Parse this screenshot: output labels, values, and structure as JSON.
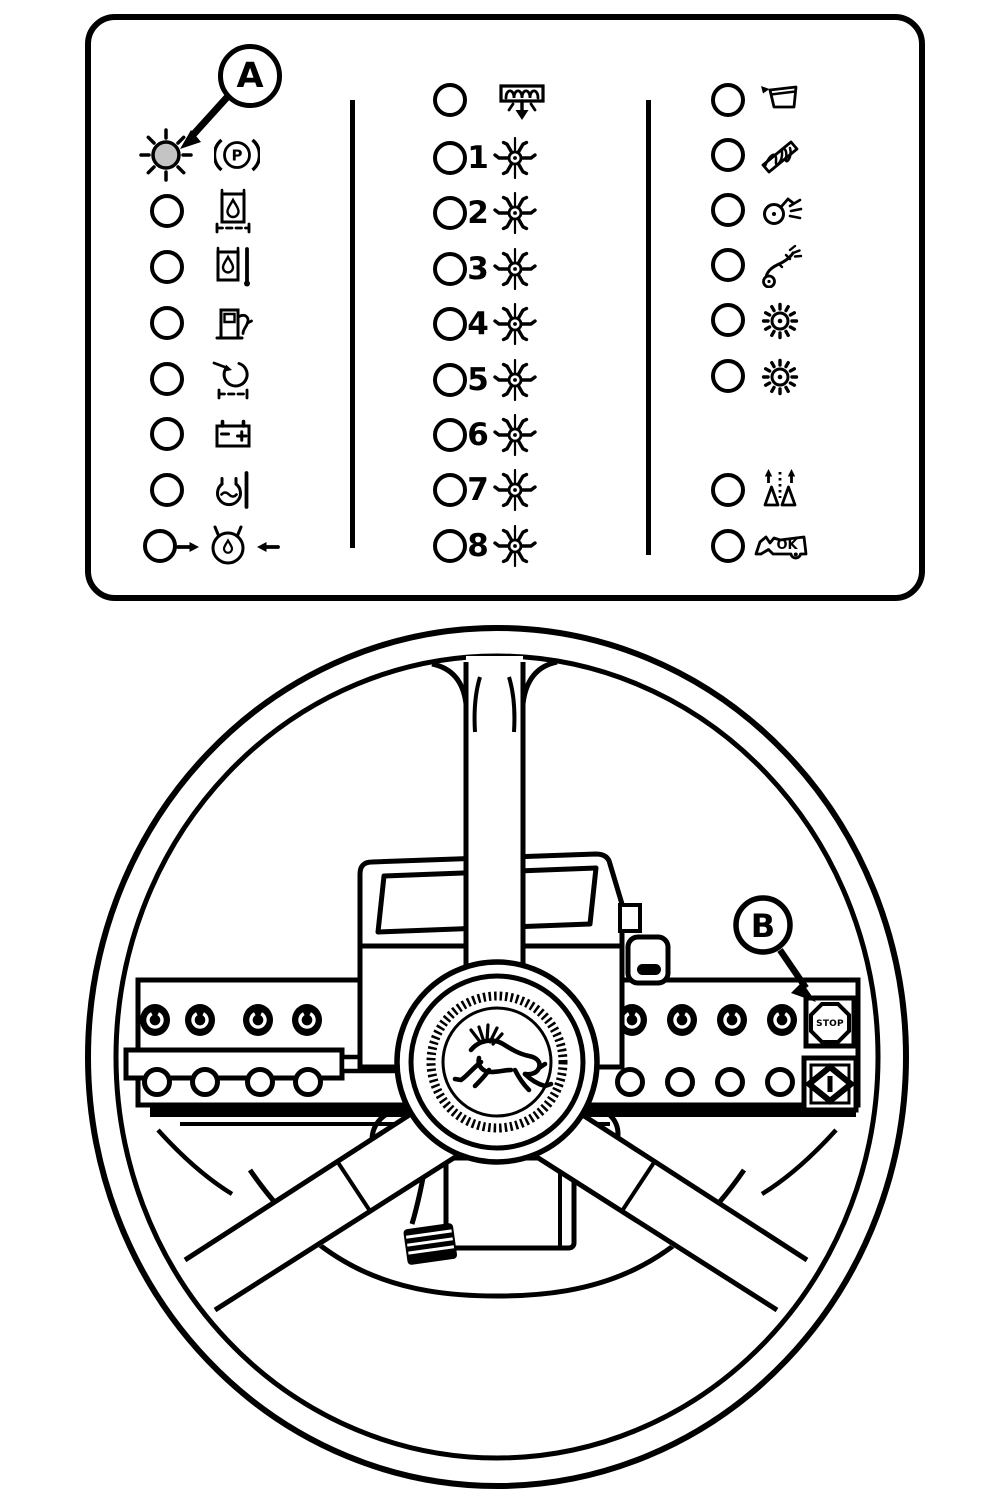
{
  "colors": {
    "ink": "#000000",
    "paper": "#ffffff",
    "lit_lamp_fill": "#c4c4c4"
  },
  "panel": {
    "callout_a": "A",
    "columns": {
      "left": {
        "rows": [
          {
            "icon": "parking-brake-icon",
            "symbol": "P",
            "lamp": "lit"
          },
          {
            "icon": "hydraulic-oil-level-icon",
            "lamp": "off"
          },
          {
            "icon": "hydraulic-oil-temperature-icon",
            "lamp": "off"
          },
          {
            "icon": "fuel-level-icon",
            "lamp": "off"
          },
          {
            "icon": "air-restriction-icon",
            "lamp": "off"
          },
          {
            "icon": "battery-charge-icon",
            "lamp": "off"
          },
          {
            "icon": "engine-coolant-temperature-icon",
            "lamp": "off"
          },
          {
            "icon": "engine-oil-pressure-icon",
            "lamp": "off"
          }
        ]
      },
      "middle": {
        "header_icon": "cutting-unit-lower-icon",
        "rows": [
          {
            "number": "1",
            "icon": "reel-icon"
          },
          {
            "number": "2",
            "icon": "reel-icon"
          },
          {
            "number": "3",
            "icon": "reel-icon"
          },
          {
            "number": "4",
            "icon": "reel-icon"
          },
          {
            "number": "5",
            "icon": "reel-icon"
          },
          {
            "number": "6",
            "icon": "reel-icon"
          },
          {
            "number": "7",
            "icon": "reel-icon"
          },
          {
            "number": "8",
            "icon": "reel-icon"
          }
        ]
      },
      "right": {
        "rows": [
          {
            "icon": "grass-catcher-dump-icon"
          },
          {
            "icon": "auger-icon"
          },
          {
            "icon": "blower-icon"
          },
          {
            "icon": "backlap-icon"
          },
          {
            "icon": "verticutter-icon"
          },
          {
            "icon": "verticutter-icon"
          },
          {
            "icon": "lift-arms-raise-icon"
          },
          {
            "icon": "machine-ok-icon",
            "symbol": "OK"
          }
        ]
      }
    }
  },
  "steering": {
    "callout_b": "B",
    "stop_button_label": "STOP",
    "hub_logo": "leaping-deer-logo",
    "console": {
      "left_knobs": 4,
      "left_buttons": 4,
      "right_knobs": 4,
      "right_buttons": 4,
      "buttons_right_edge": [
        "stop-button",
        "diamond-rocker-button"
      ]
    }
  }
}
